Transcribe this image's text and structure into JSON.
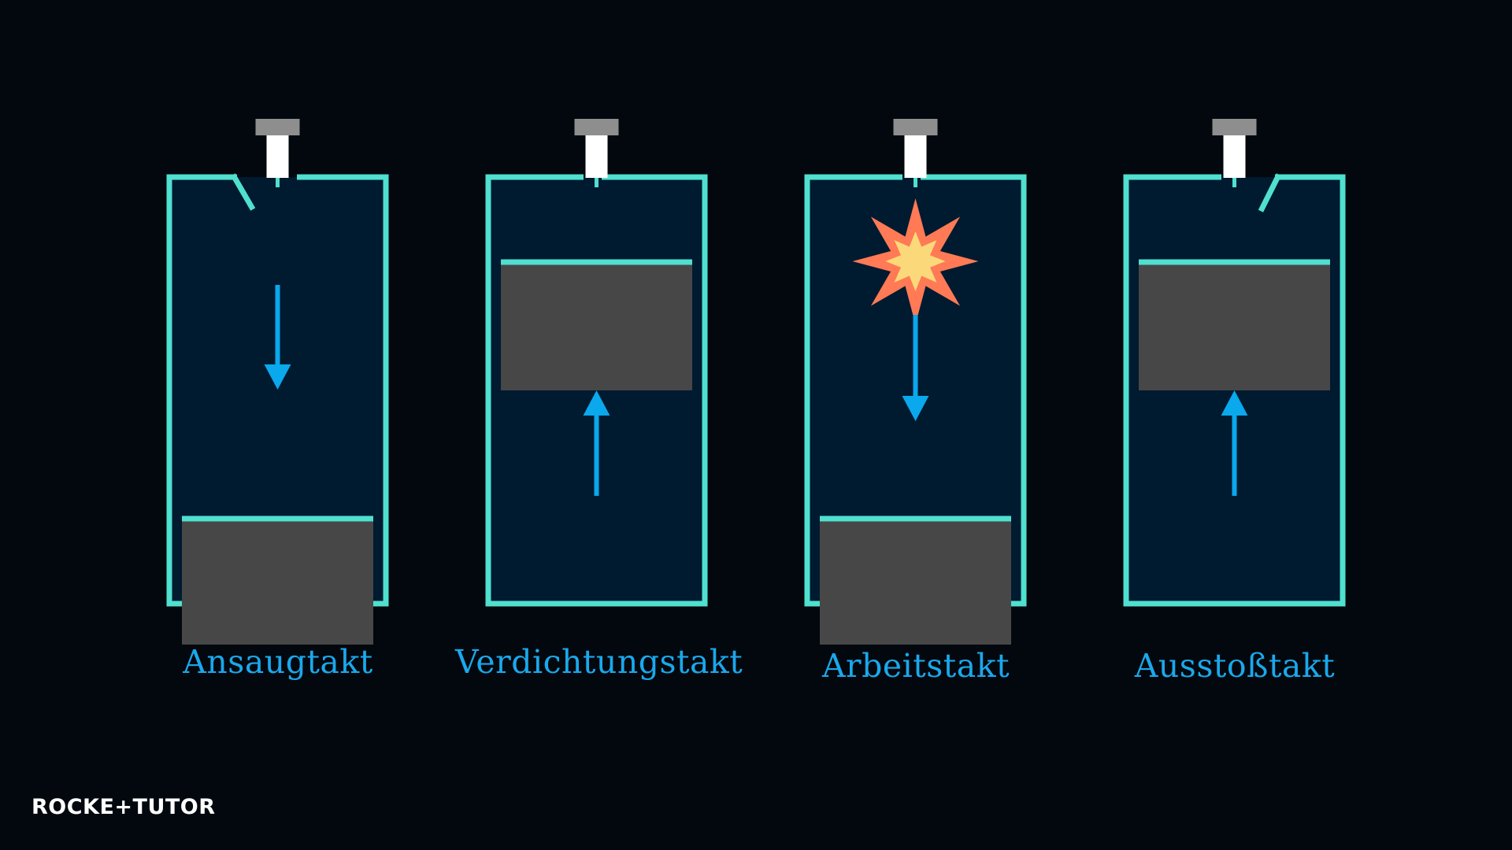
{
  "colors": {
    "background": "#03080e",
    "cylinder_fill": "#001a30",
    "cylinder_wall": "#4fe0cf",
    "piston": "#474747",
    "arrow": "#0aa8ec",
    "label": "#1aa8ec",
    "spark_outer": "#ff7a55",
    "spark_inner": "#fbd97a",
    "plug_cap": "#8e8e8e",
    "plug_body": "#ffffff"
  },
  "strokes": [
    {
      "label": "Ansaugtakt",
      "piston": "bottom",
      "arrow": "down",
      "valve": "left-open",
      "ignition": false
    },
    {
      "label": "Verdichtungstakt",
      "piston": "top",
      "arrow": "up",
      "valve": "closed",
      "ignition": false
    },
    {
      "label": "Arbeitstakt",
      "piston": "bottom",
      "arrow": "down",
      "valve": "closed",
      "ignition": true
    },
    {
      "label": "Ausstoßtakt",
      "piston": "top",
      "arrow": "up",
      "valve": "right-open",
      "ignition": false
    }
  ],
  "logo": {
    "text": "ROCKE+TUTOR"
  }
}
